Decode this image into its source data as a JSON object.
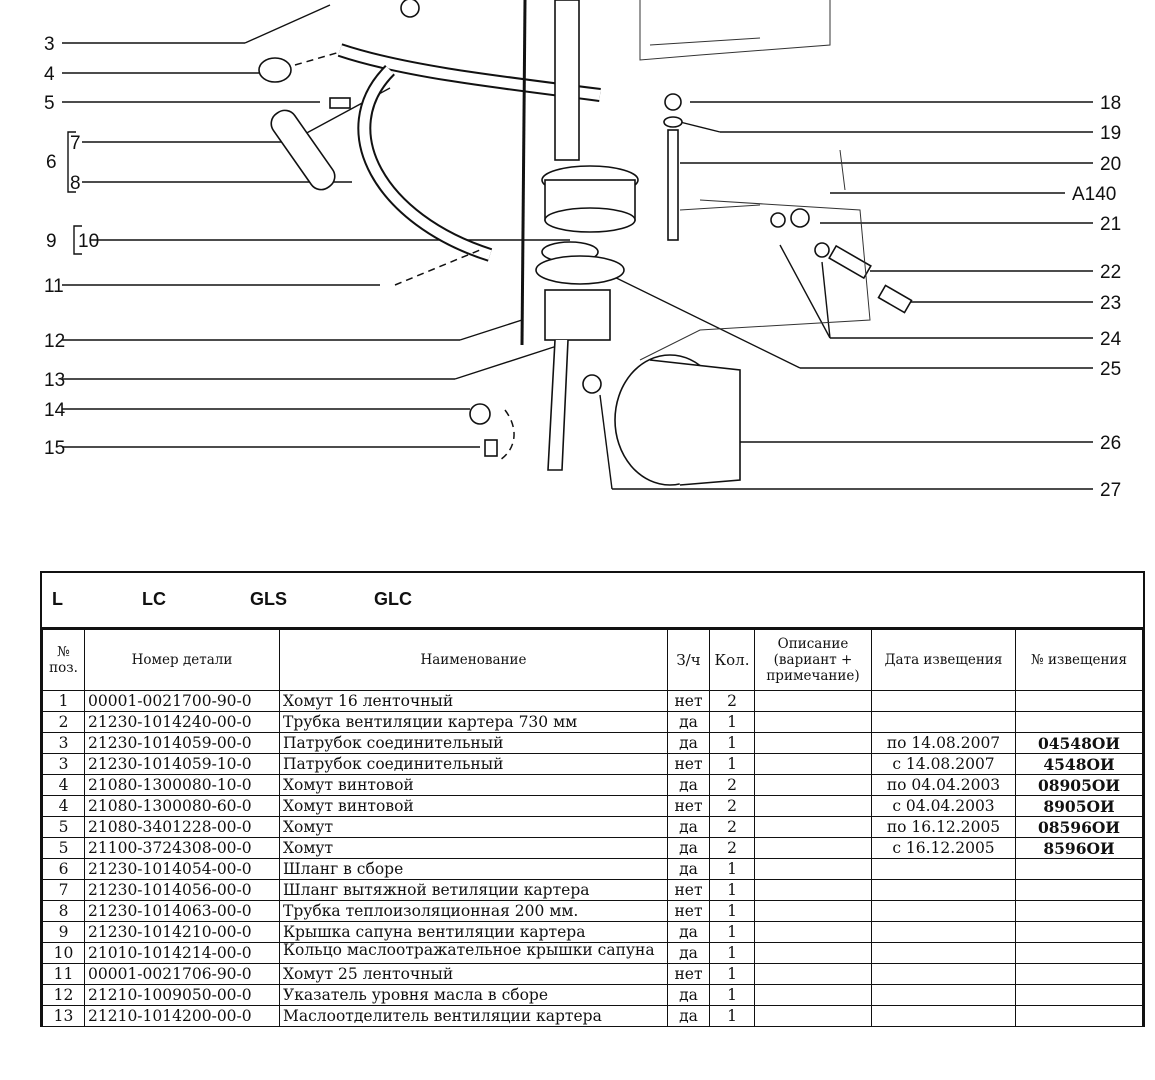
{
  "diagram": {
    "left_callouts": [
      "3",
      "4",
      "5",
      "6",
      "7",
      "8",
      "9",
      "10",
      "11",
      "12",
      "13",
      "14",
      "15"
    ],
    "right_callouts": [
      "18",
      "19",
      "20",
      "A140",
      "21",
      "22",
      "23",
      "24",
      "25",
      "26",
      "27"
    ]
  },
  "table": {
    "models": [
      "L",
      "LC",
      "GLS",
      "GLC"
    ],
    "headers": [
      "№ поз.",
      "Номер детали",
      "Наименование",
      "З/ч",
      "Кол.",
      "Описание (вариант + примечание)",
      "Дата извещения",
      "№ извещения"
    ],
    "rows": [
      [
        "1",
        "00001-0021700-90-0",
        "Хомут 16 ленточный",
        "нет",
        "2",
        "",
        "",
        ""
      ],
      [
        "2",
        "21230-1014240-00-0",
        "Трубка вентиляции картера 730 мм",
        "да",
        "1",
        "",
        "",
        ""
      ],
      [
        "3",
        "21230-1014059-00-0",
        "Патрубок соединительный",
        "да",
        "1",
        "",
        "по 14.08.2007",
        "04548ОИ"
      ],
      [
        "3",
        "21230-1014059-10-0",
        "Патрубок соединительный",
        "нет",
        "1",
        "",
        "с 14.08.2007",
        "4548ОИ"
      ],
      [
        "4",
        "21080-1300080-10-0",
        "Хомут винтовой",
        "да",
        "2",
        "",
        "по 04.04.2003",
        "08905ОИ"
      ],
      [
        "4",
        "21080-1300080-60-0",
        "Хомут винтовой",
        "нет",
        "2",
        "",
        "с 04.04.2003",
        "8905ОИ"
      ],
      [
        "5",
        "21080-3401228-00-0",
        "Хомут",
        "да",
        "2",
        "",
        "по 16.12.2005",
        "08596ОИ"
      ],
      [
        "5",
        "21100-3724308-00-0",
        "Хомут",
        "да",
        "2",
        "",
        "с 16.12.2005",
        "8596ОИ"
      ],
      [
        "6",
        "21230-1014054-00-0",
        "Шланг в сборе",
        "да",
        "1",
        "",
        "",
        ""
      ],
      [
        "7",
        "21230-1014056-00-0",
        "Шланг вытяжной ветиляции картера",
        "нет",
        "1",
        "",
        "",
        ""
      ],
      [
        "8",
        "21230-1014063-00-0",
        "Трубка теплоизоляционная 200 мм.",
        "нет",
        "1",
        "",
        "",
        ""
      ],
      [
        "9",
        "21230-1014210-00-0",
        "Крышка сапуна вентиляции картера",
        "да",
        "1",
        "",
        "",
        ""
      ],
      [
        "10",
        "21010-1014214-00-0",
        "Кольцо маслоотражательное крышки сапуна",
        "да",
        "1",
        "",
        "",
        ""
      ],
      [
        "11",
        "00001-0021706-90-0",
        "Хомут 25 ленточный",
        "нет",
        "1",
        "",
        "",
        ""
      ],
      [
        "12",
        "21210-1009050-00-0",
        "Указатель уровня масла в сборе",
        "да",
        "1",
        "",
        "",
        ""
      ],
      [
        "13",
        "21210-1014200-00-0",
        "Маслоотделитель вентиляции картера",
        "да",
        "1",
        "",
        "",
        ""
      ]
    ]
  }
}
